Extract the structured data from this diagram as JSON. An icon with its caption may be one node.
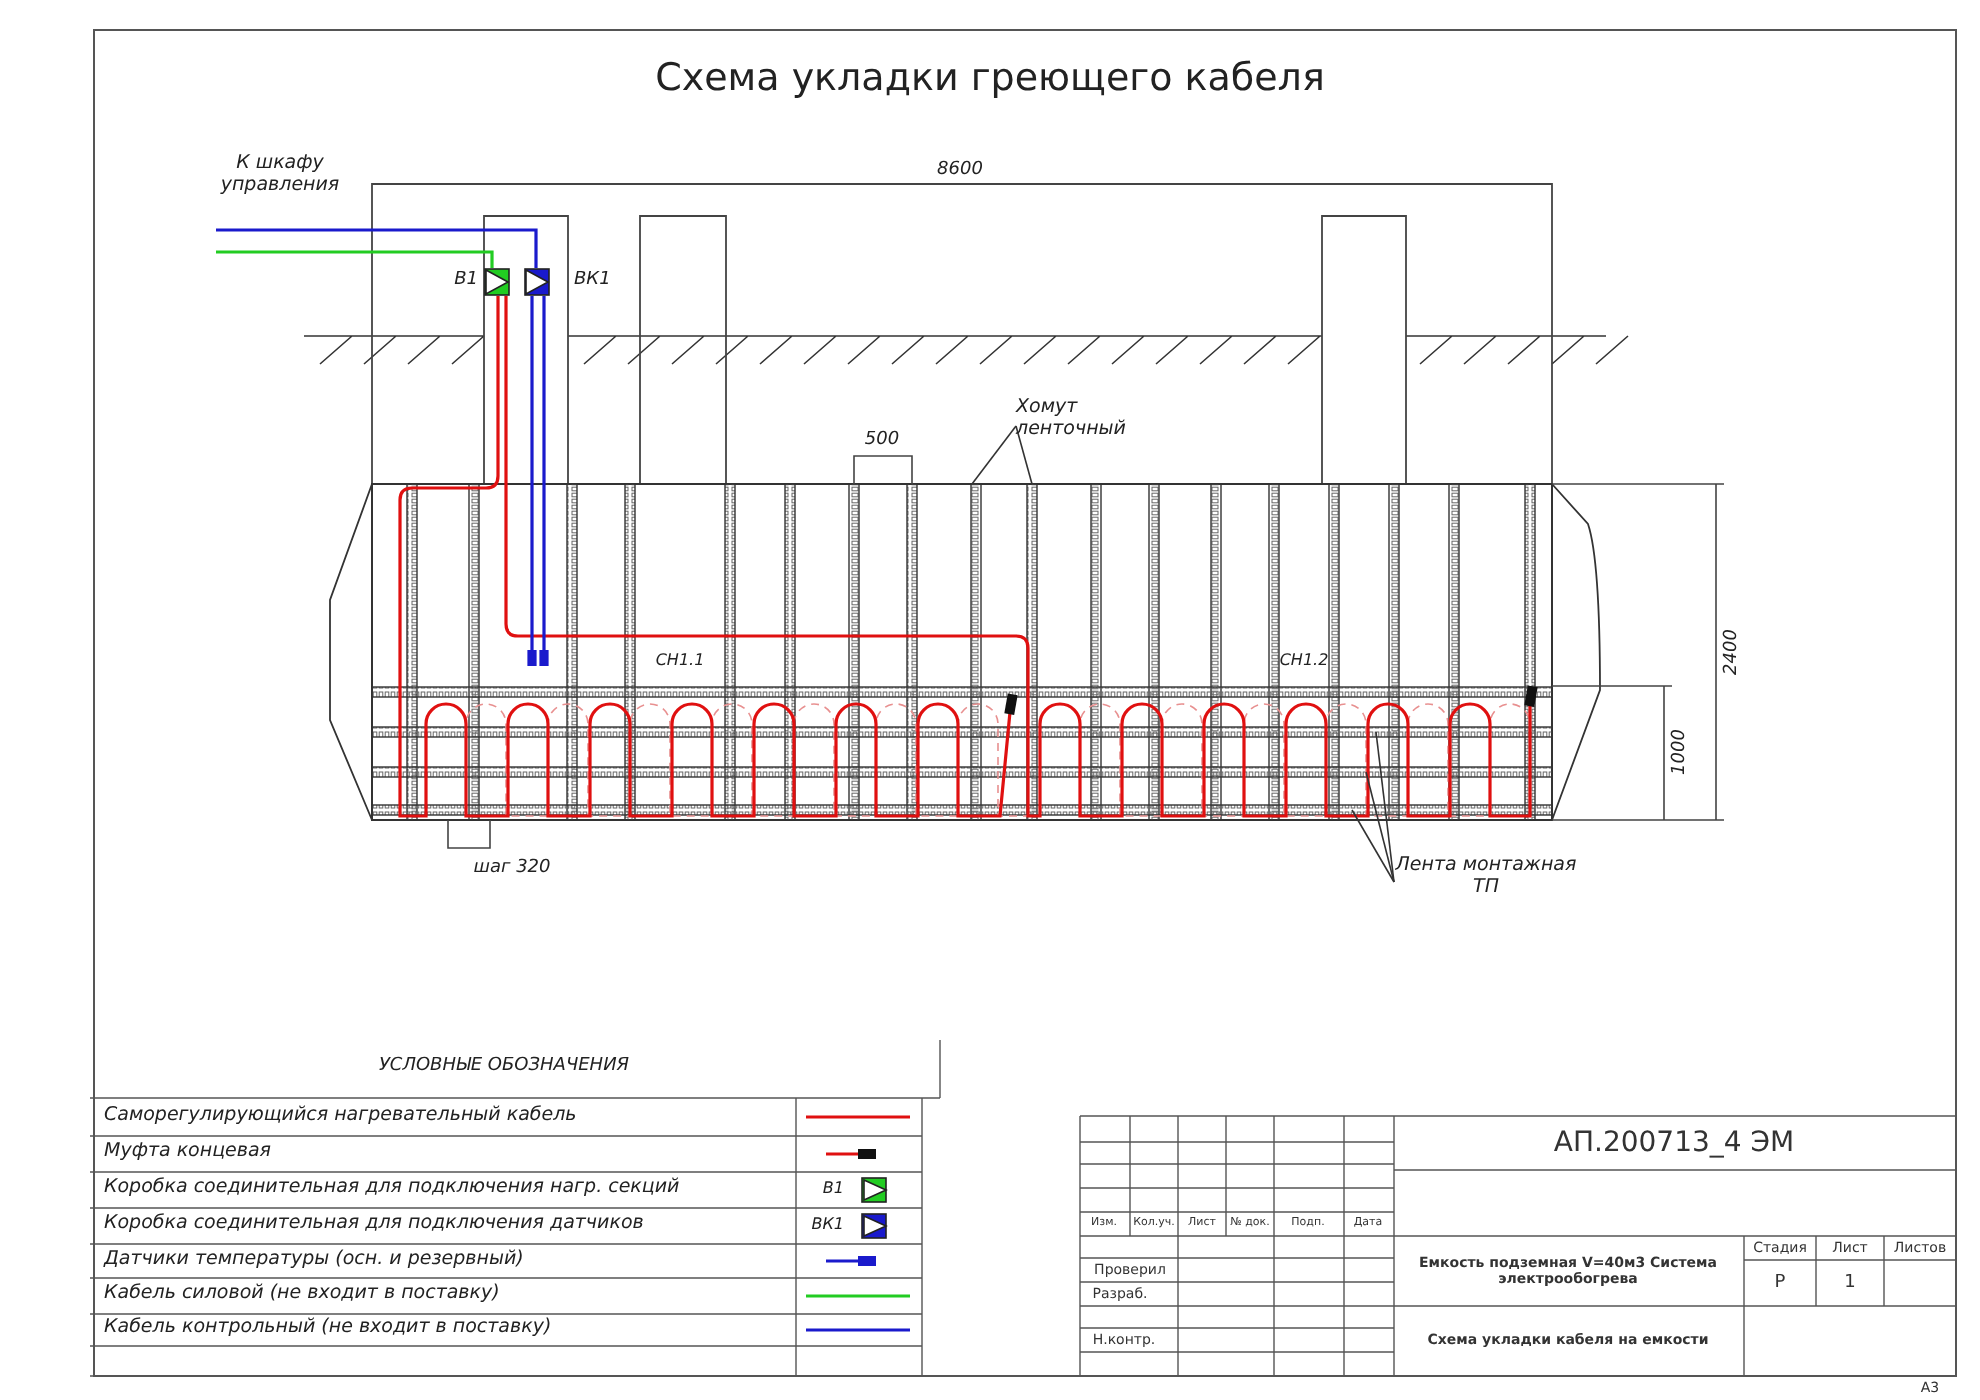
{
  "diagram": {
    "title": "Схема укладки греющего кабеля",
    "nodes": [
      {
        "text": [
          "Хомут ленточный"
        ]
      },
      {
        "text": [
          "Лента монтажная ТП"
        ]
      },
      {
        "text": [],
        "shape": "box",
        "beside": [
          "В1"
        ]
      },
      {
        "text": [],
        "shape": "box",
        "beside": [
          "ВК1"
        ]
      }
    ],
    "edges": [
      {
        "from": null,
        "to": 2,
        "arrow": "none",
        "color": "#22cc22"
      },
      {
        "from": null,
        "to": 3,
        "arrow": "none",
        "color": "#1a1acc"
      },
      {
        "from": 2,
        "to": null,
        "arrow": "none",
        "color": "#e01010"
      },
      {
        "from": 3,
        "to": null,
        "arrow": "other",
        "color": "#1a1acc"
      },
      {
        "from": 0,
        "to": null,
        "arrow": "none"
      },
      {
        "from": 0,
        "to": null,
        "arrow": "none"
      },
      {
        "from": 1,
        "to": null,
        "arrow": "none"
      },
      {
        "from": 1,
        "to": null,
        "arrow": "none"
      },
      {
        "from": 1,
        "to": null,
        "arrow": "none"
      }
    ],
    "labels": [
      "К шкафу управления",
      "8600",
      "500",
      "СН1.1",
      "СН1.2",
      "2400",
      "1000",
      "шаг 320",
      "УСЛОВНЫЕ ОБОЗНАЧЕНИЯ",
      "В1",
      "ВК1",
      "АП.200713_4 ЭМ",
      "Изм.",
      "Кол.уч.",
      "Лист",
      "№ док.",
      "Подп.",
      "Дата",
      "Стадия",
      "Лист",
      "Листов",
      "Проверил",
      "Емкость подземная V=40м3 Система электрообогрева",
      "Р",
      "1",
      "Разраб.",
      "Н.контр.",
      "Схема укладки кабеля на емкости",
      "А3"
    ],
    "legend": [
      {
        "text": "Саморегулирующийся нагревательный кабель"
      },
      {
        "text": "Муфта концевая"
      },
      {
        "text": "Коробка соединительная для подключения нагр. секций"
      },
      {
        "text": "Коробка соединительная для подключения датчиков"
      },
      {
        "text": "Датчики температуры (осн. и резервный)"
      },
      {
        "text": "Кабель силовой (не входит в поставку)"
      },
      {
        "text": "Кабель контрольный (не входит в поставку)"
      }
    ]
  }
}
